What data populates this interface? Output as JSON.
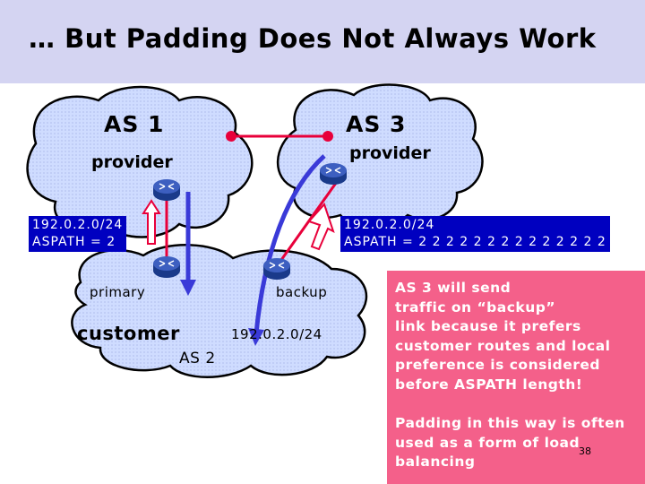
{
  "slide": {
    "title": "… But Padding Does Not Always Work",
    "page_number": "38"
  },
  "as1": {
    "name": "AS 1",
    "role": "provider"
  },
  "as3": {
    "name": "AS 3",
    "role": "provider"
  },
  "as2": {
    "name": "AS 2",
    "customer_label": "customer",
    "primary_label": "primary",
    "backup_label": "backup",
    "prefix": "192.0.2.0/24"
  },
  "routes": {
    "left": {
      "prefix": "192.0.2.0/24",
      "aspath": "ASPATH = 2"
    },
    "right": {
      "prefix": "192.0.2.0/24",
      "aspath": "ASPATH = 2 2 2 2 2 2 2 2 2 2 2 2 2 2"
    }
  },
  "notes": {
    "note1": [
      "AS 3 will send",
      "traffic on “backup”",
      "link because it prefers",
      "customer routes and local",
      "preference is considered",
      "before ASPATH length!"
    ],
    "note2": [
      "Padding in this way is often",
      "used as a form of load",
      "balancing"
    ]
  },
  "colors": {
    "title_bar": "#d4d4f2",
    "cloud": "#cfdcff",
    "route_box": "#0000c0",
    "link_red": "#e8003a",
    "traffic_arrow": "#3a3ad8",
    "note_bg": "#f4608a"
  }
}
